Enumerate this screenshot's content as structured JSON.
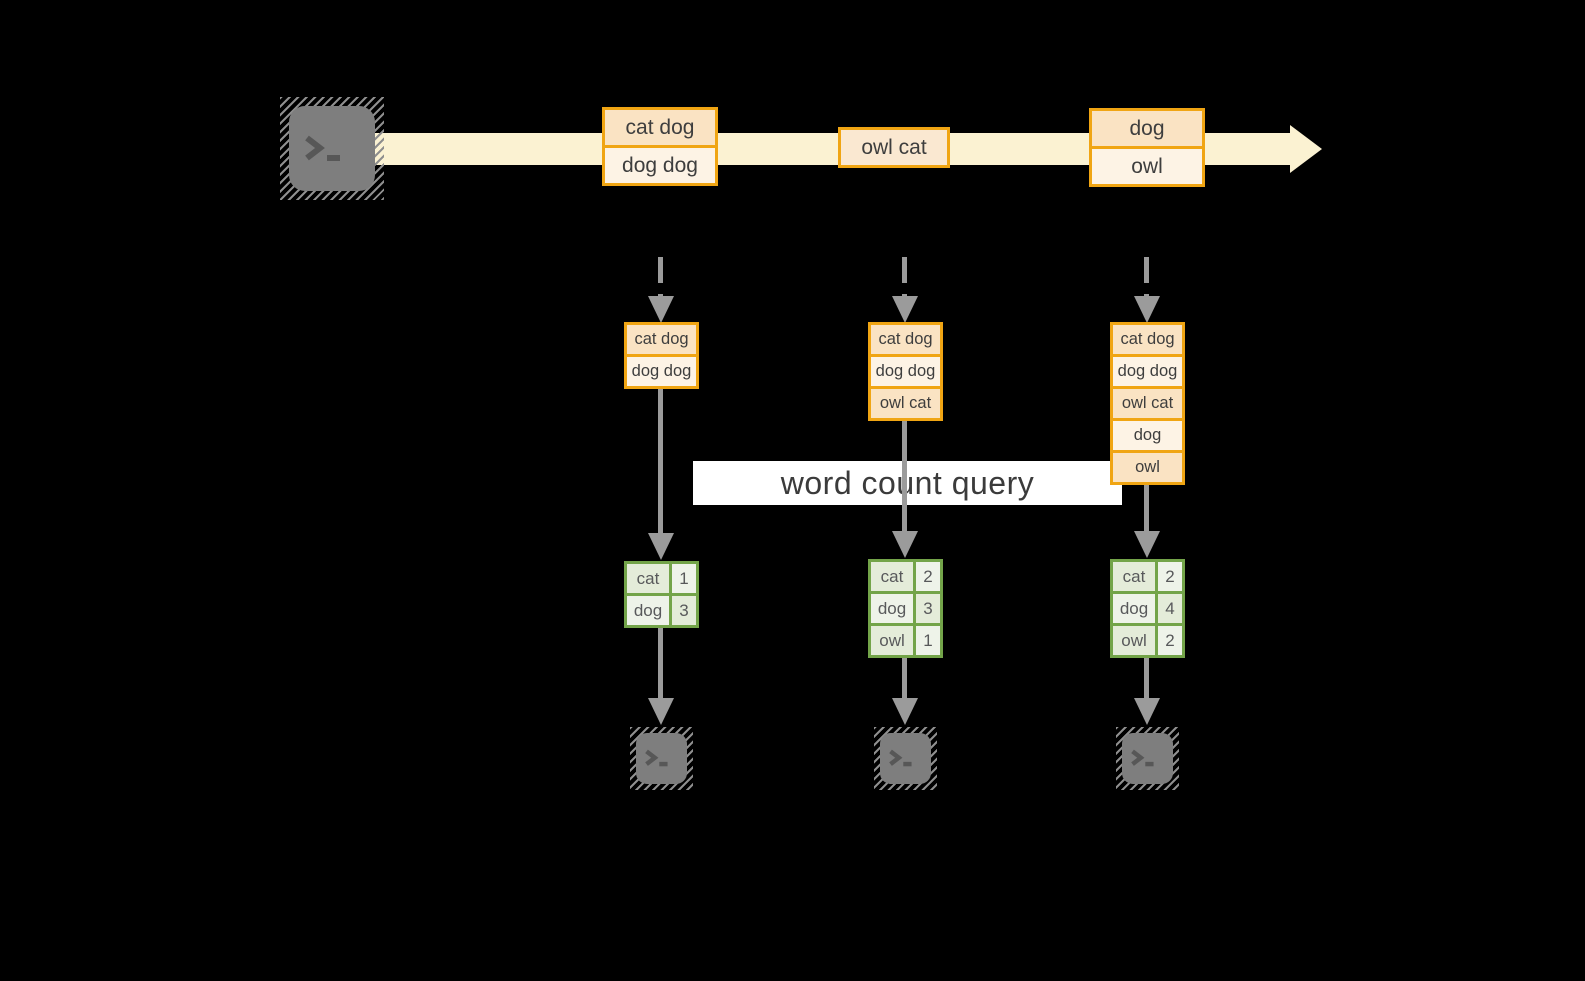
{
  "banner": {
    "label": "word count query"
  },
  "colors": {
    "background": "#000000",
    "stream_band": "#fbf2d2",
    "event_border": "#f0a513",
    "event_fill_dark": "#fae3c3",
    "event_fill_light": "#fdf3e5",
    "table_border": "#73a449",
    "table_fill_dark": "#e4ecd9",
    "table_fill_light": "#eef3e9",
    "arrow_gray": "#9b9b9b"
  },
  "stream": {
    "source_icon": "terminal-icon",
    "events": [
      {
        "lines": [
          "cat dog",
          "dog dog"
        ]
      },
      {
        "lines": [
          "owl cat"
        ]
      },
      {
        "lines": [
          "dog",
          "owl"
        ]
      }
    ]
  },
  "columns": [
    {
      "buffer": [
        "cat dog",
        "dog dog"
      ],
      "counts": [
        {
          "word": "cat",
          "count": "1"
        },
        {
          "word": "dog",
          "count": "3"
        }
      ],
      "sink_icon": "terminal-icon"
    },
    {
      "buffer": [
        "cat dog",
        "dog dog",
        "owl cat"
      ],
      "counts": [
        {
          "word": "cat",
          "count": "2"
        },
        {
          "word": "dog",
          "count": "3"
        },
        {
          "word": "owl",
          "count": "1"
        }
      ],
      "sink_icon": "terminal-icon"
    },
    {
      "buffer": [
        "cat dog",
        "dog dog",
        "owl cat",
        "dog",
        "owl"
      ],
      "counts": [
        {
          "word": "cat",
          "count": "2"
        },
        {
          "word": "dog",
          "count": "4"
        },
        {
          "word": "owl",
          "count": "2"
        }
      ],
      "sink_icon": "terminal-icon"
    }
  ]
}
